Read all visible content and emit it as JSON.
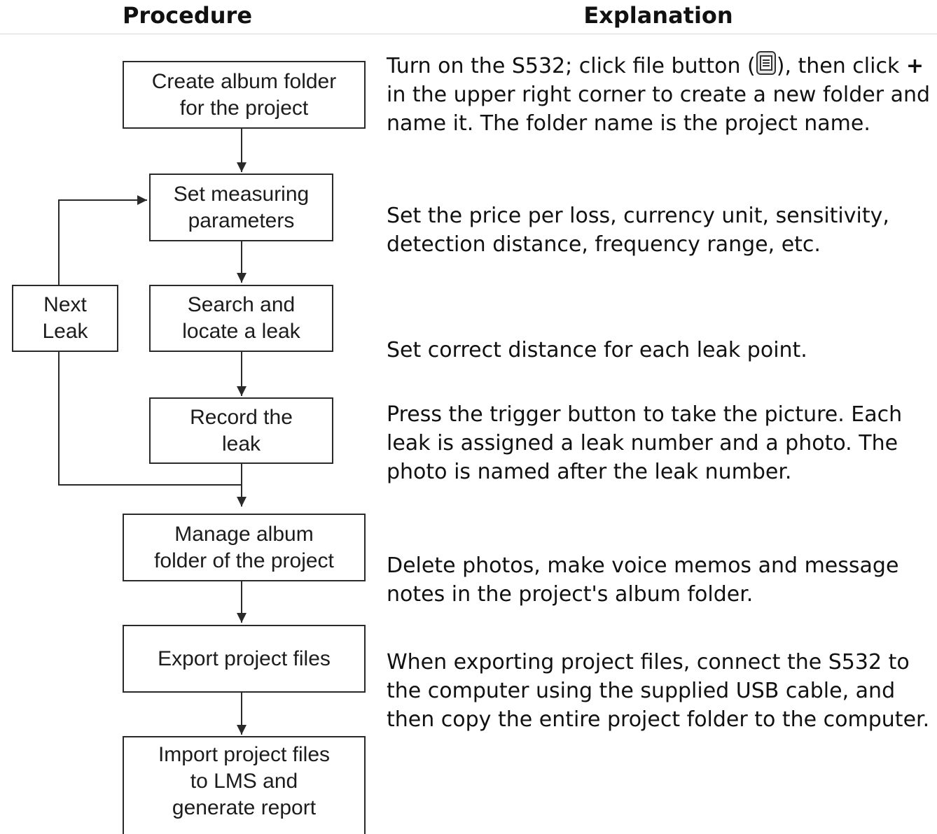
{
  "headers": {
    "procedure": "Procedure",
    "explanation": "Explanation"
  },
  "steps": {
    "create_folder": "Create album folder\nfor the project",
    "set_params": "Set measuring\nparameters",
    "next_leak": "Next\nLeak",
    "search_leak": "Search and\nlocate a leak",
    "record_leak": "Record the\nleak",
    "manage_folder": "Manage album\nfolder of the project",
    "export_files": "Export project files",
    "import_files": "Import project files\nto LMS and\ngenerate report"
  },
  "explanations": {
    "step1_a": "Turn on the S532; click file button (",
    "step1_icon": "file-button-icon",
    "step1_b": "), then click ",
    "step1_plus": "+",
    "step1_c": " in the upper right corner to create a new folder and name it. The folder name is the project name.",
    "step2": "Set the price per loss, currency unit, sensitivity, detection distance, frequency range, etc.",
    "step3": "Set correct distance for each leak point.",
    "step4": "Press the trigger button to take the picture. Each leak is assigned a leak number and a photo. The photo is named after the leak number.",
    "step5": "Delete photos, make voice memos and message notes in the project's album folder.",
    "step6": "When exporting project files, connect the S532 to the computer using the supplied USB cable, and then copy the entire project folder to the computer."
  }
}
